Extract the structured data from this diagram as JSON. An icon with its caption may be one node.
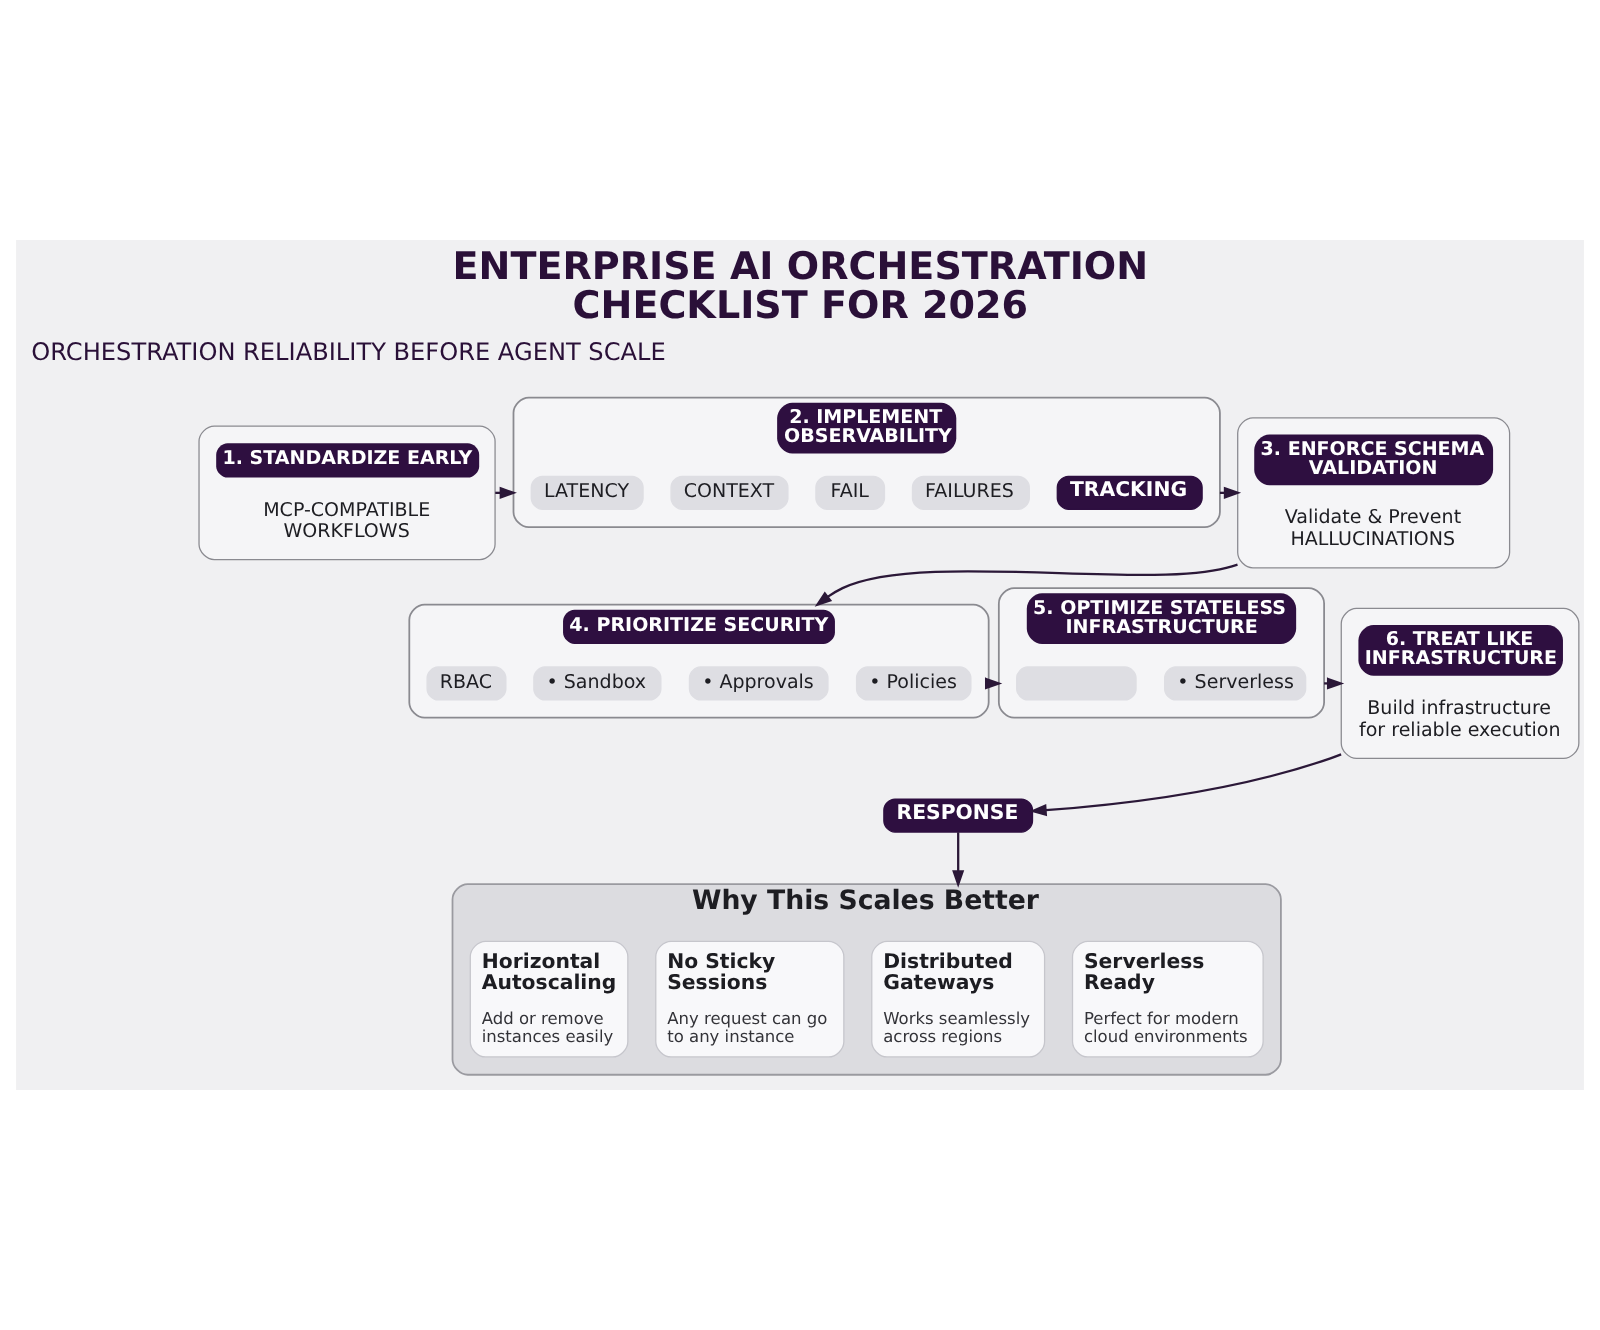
{
  "diagram": {
    "title": "ENTERPRISE AI ORCHESTRATION CHECKLIST FOR 2026",
    "nodes": [
      {
        "text": [
          "1. STANDARDIZE EARLY",
          "MCP-COMPATIBLE WORKFLOWS"
        ]
      },
      {
        "text": [
          "2. IMPLEMENT OBSERVABILITY"
        ]
      },
      {
        "text": [
          "LATENCY"
        ],
        "in": 1
      },
      {
        "text": [
          "CONTEXT"
        ],
        "in": 1
      },
      {
        "text": [
          "FAIL"
        ],
        "in": 1
      },
      {
        "text": [
          "FAILURES"
        ],
        "in": 1
      },
      {
        "text": [
          "TRACKING"
        ],
        "in": 1
      },
      {
        "text": [
          "3. ENFORCE SCHEMA VALIDATION",
          "Validate & Prevent HALLUCINATIONS"
        ]
      },
      {
        "text": [
          "4. PRIORITIZE SECURITY"
        ]
      },
      {
        "text": [
          "RBAC"
        ],
        "in": 8
      },
      {
        "text": [
          "• Sandbox"
        ],
        "in": 8
      },
      {
        "text": [
          "• Approvals"
        ],
        "in": 8
      },
      {
        "text": [
          "• Policies"
        ],
        "in": 8
      },
      {
        "text": [
          "5. OPTIMIZE STATELESS INFRASTRUCTURE"
        ]
      },
      {
        "text": [],
        "shape": "box",
        "in": 13
      },
      {
        "text": [
          "• Serverless"
        ],
        "in": 13
      },
      {
        "text": [
          "6. TREAT LIKE INFRASTRUCTURE",
          "Build infrastructure for reliable execution"
        ]
      },
      {
        "text": [
          "RESPONSE"
        ]
      },
      {
        "text": [
          "Why This Scales Better"
        ]
      },
      {
        "text": [
          "Horizontal Autoscaling",
          "Add or remove instances easily"
        ],
        "in": 18
      },
      {
        "text": [
          "No Sticky Sessions",
          "Any request can go to any instance"
        ],
        "in": 18
      },
      {
        "text": [
          "Distributed Gateways",
          "Works seamlessly across regions"
        ],
        "in": 18
      },
      {
        "text": [
          "Serverless Ready",
          "Perfect for modern cloud environments"
        ],
        "in": 18
      }
    ],
    "edges": [
      {
        "from": 0,
        "to": 1,
        "arrow": "to"
      },
      {
        "from": 1,
        "to": 7,
        "arrow": "to"
      },
      {
        "from": 7,
        "to": 8,
        "arrow": "to"
      },
      {
        "from": 8,
        "to": 13,
        "arrow": "to"
      },
      {
        "from": 13,
        "to": 16,
        "arrow": "to"
      },
      {
        "from": 16,
        "to": 17,
        "arrow": "to"
      },
      {
        "from": 17,
        "to": 18,
        "arrow": "to"
      }
    ],
    "labels": [
      "ORCHESTRATION RELIABILITY BEFORE AGENT SCALE"
    ]
  }
}
